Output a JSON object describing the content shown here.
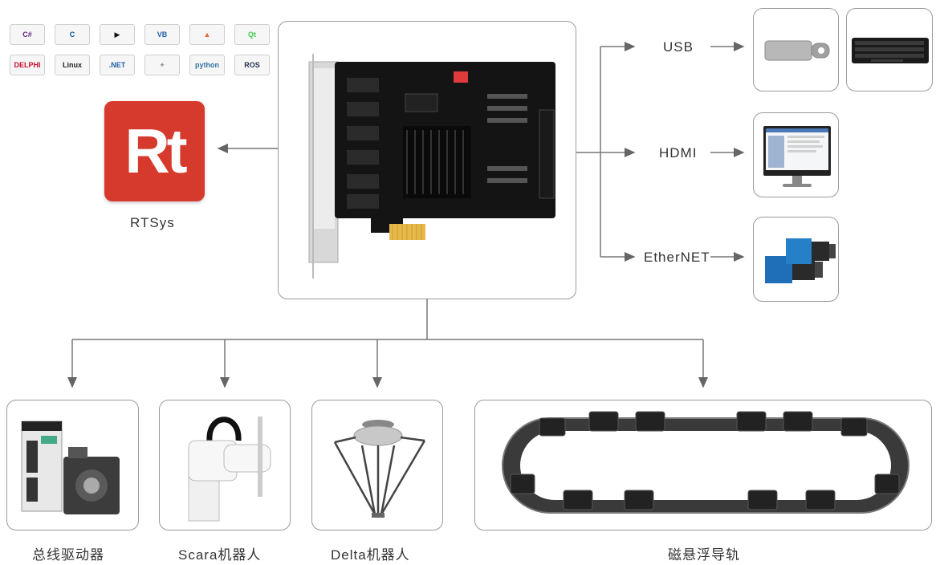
{
  "languages": [
    {
      "icon": "csharp-icon",
      "text": "C#",
      "color": "#68217a"
    },
    {
      "icon": "cpp-icon",
      "text": "C",
      "color": "#00599c"
    },
    {
      "icon": "labview-icon",
      "text": "▶",
      "color": "#111111"
    },
    {
      "icon": "vb-icon",
      "text": "VB",
      "color": "#1f5fa8"
    },
    {
      "icon": "matlab-icon",
      "text": "▲",
      "color": "#e16737"
    },
    {
      "icon": "qt-icon",
      "text": "Qt",
      "color": "#41cd52"
    },
    {
      "icon": "delphi-icon",
      "text": "DELPHI",
      "color": "#c8102e"
    },
    {
      "icon": "linux-icon",
      "text": "Linux",
      "color": "#222222"
    },
    {
      "icon": "dotnet-icon",
      "text": ".NET",
      "color": "#1f5fa8"
    },
    {
      "icon": "android-icon",
      "text": "✦",
      "color": "#999999"
    },
    {
      "icon": "python-icon",
      "text": "python",
      "color": "#3572a5"
    },
    {
      "icon": "ros-icon",
      "text": "ROS",
      "color": "#22314e"
    }
  ],
  "rtsys": {
    "logo_text": "Rt",
    "label": "RTSys",
    "color": "#d63a2c"
  },
  "interfaces": {
    "usb": "USB",
    "hdmi": "HDMI",
    "ethernet": "EtherNET"
  },
  "devices": [
    {
      "label": "总线驱动器"
    },
    {
      "label": "Scara机器人"
    },
    {
      "label": "Delta机器人"
    },
    {
      "label": "磁悬浮导轨"
    }
  ]
}
